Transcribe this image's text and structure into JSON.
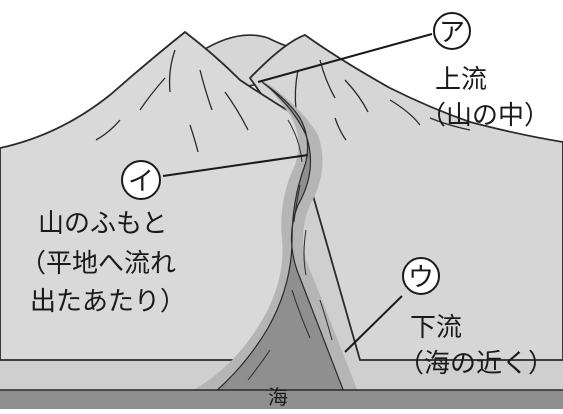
{
  "markers": {
    "a": {
      "symbol": "ア",
      "title": "上流",
      "detail": "（山の中）"
    },
    "i": {
      "symbol": "イ",
      "line1": "山のふもと",
      "line2": "（平地へ流れ",
      "line3": "出たあたり）"
    },
    "u": {
      "symbol": "ウ",
      "title": "下流",
      "detail": "（海の近く）"
    }
  },
  "sea_label": "海",
  "colors": {
    "ground": "#cfcfcf",
    "mountain": "#d6d6d6",
    "river_halo": "#b5b5b5",
    "river": "#8f8f8f",
    "sea": "#8f8f8f",
    "outline": "#2a2a2a"
  }
}
